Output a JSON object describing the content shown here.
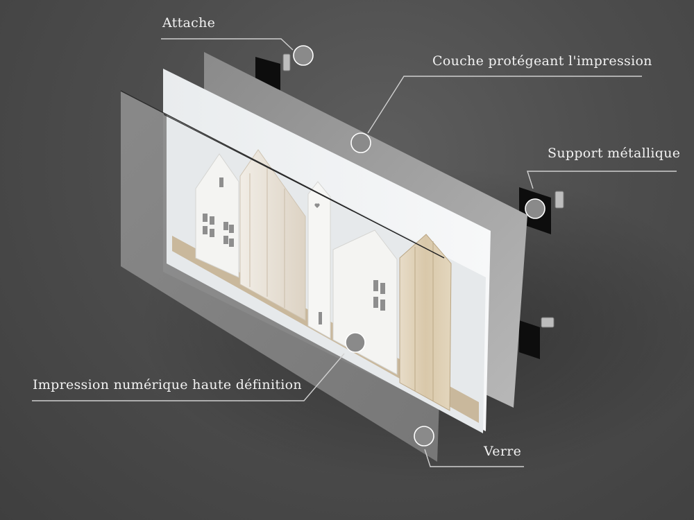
{
  "labels": {
    "attache": "Attache",
    "couche": "Couche protégeant l'impression",
    "support": "Support métallique",
    "impression": "Impression numérique haute définition",
    "verre": "Verre"
  },
  "colors": {
    "background": "#4a4a4a",
    "callout_line": "#d0d0d0",
    "marker_fill": "#8a8a8a",
    "glass": "#8c8c8c",
    "print_panel": "#f0f1f2",
    "protective_layer": "#9a9a9a",
    "mount_black": "#0d0d0d"
  }
}
